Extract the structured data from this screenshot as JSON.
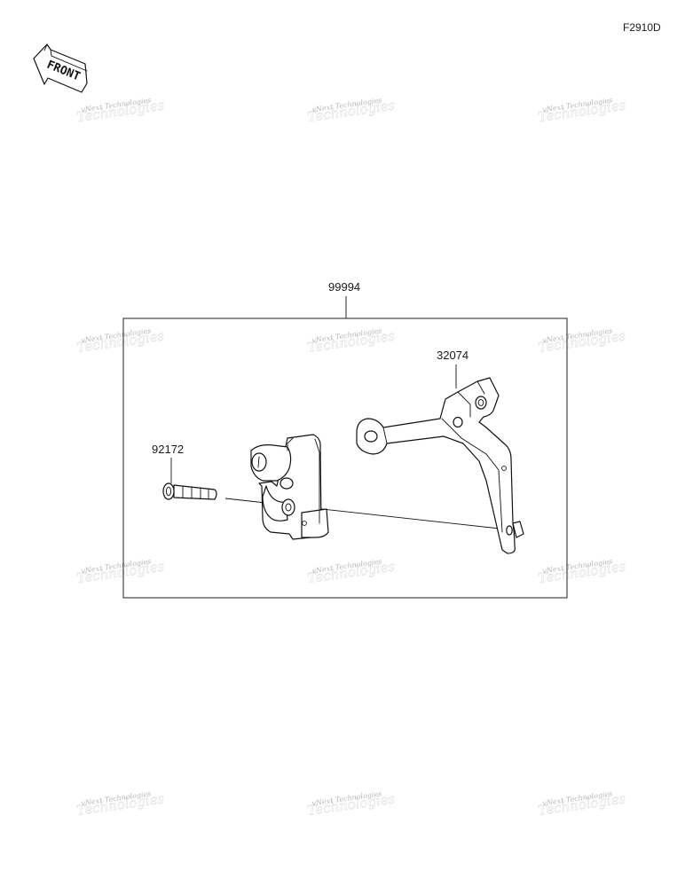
{
  "figure": {
    "number": "F2910D"
  },
  "front_badge": {
    "text": "FRONT"
  },
  "assembly": {
    "part_number": "99994"
  },
  "parts": [
    {
      "part_number": "92172"
    },
    {
      "part_number": "32074"
    }
  ],
  "watermark": {
    "line1": "vNext Technologies",
    "line2": "Technologies"
  }
}
